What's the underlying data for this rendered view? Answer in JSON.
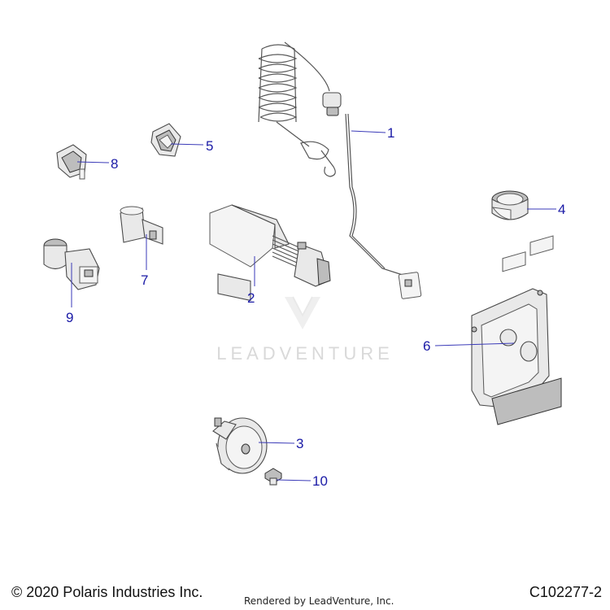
{
  "callouts": [
    {
      "label": "1"
    },
    {
      "label": "2"
    },
    {
      "label": "3"
    },
    {
      "label": "4"
    },
    {
      "label": "5"
    },
    {
      "label": "6"
    },
    {
      "label": "7"
    },
    {
      "label": "8"
    },
    {
      "label": "9"
    },
    {
      "label": "10"
    }
  ],
  "watermark": {
    "text": "LEADVENTURE"
  },
  "footer": {
    "copyright": "© 2020 Polaris Industries Inc.",
    "rendered_by": "Rendered by LeadVenture, Inc.",
    "doc_number": "C102277-2"
  },
  "colors": {
    "callout": "#1a1aa6",
    "watermark": "#d9d9d9"
  }
}
